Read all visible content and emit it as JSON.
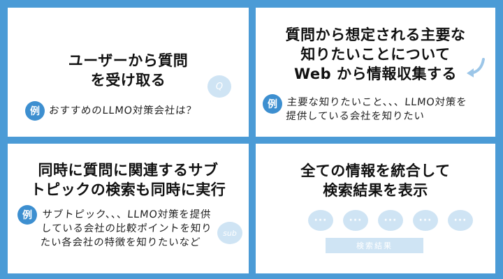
{
  "panels": [
    {
      "title": "ユーザーから質問\nを受け取る",
      "badge": "例",
      "example": "おすすめのLLMO対策会社は？",
      "bubble": "Q"
    },
    {
      "title": "質問から想定される主要な\n知りたいことについて\nWeb から情報収集する",
      "badge": "例",
      "example": "主要な知りたいこと、、、LLMO対策を\n提供している会社を知りたい"
    },
    {
      "title": "同時に質問に関連するサブ\nトピックの検索も同時に実行",
      "badge": "例",
      "example": "サブトピック、、、LLMO対策を提供\nしている会社の比較ポイントを知り\nたい各会社の特徴を知りたいなど",
      "bubble": "sub"
    },
    {
      "title": "全ての情報を統合して\n検索結果を表示",
      "bubbles": [
        "···",
        "···",
        "···",
        "···",
        "···"
      ],
      "result_label": "検索結果"
    }
  ],
  "colors": {
    "background": "#4b9bd6",
    "accent": "#3d8fd0",
    "pale": "#cfe4f4"
  }
}
